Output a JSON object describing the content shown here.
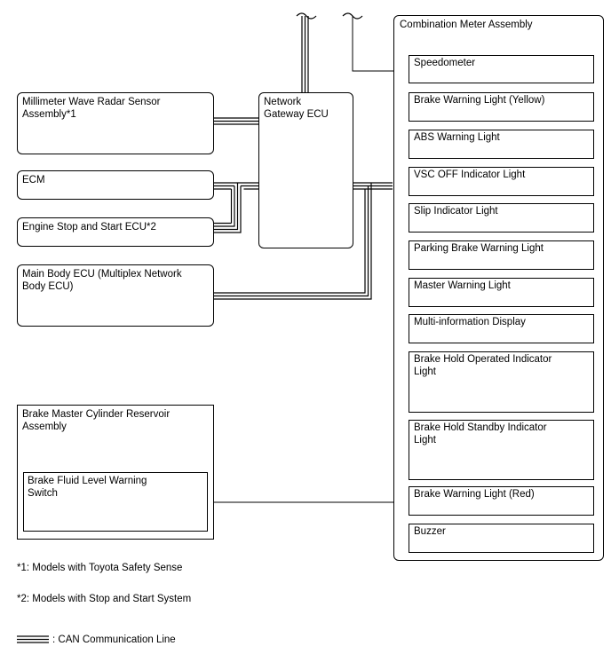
{
  "ecus": {
    "radar": "Millimeter Wave Radar Sensor\nAssembly*1",
    "ecm": "ECM",
    "engine_stop_start": "Engine Stop and Start ECU*2",
    "main_body": "Main Body ECU (Multiplex Network\nBody ECU)",
    "gateway": "Network\nGateway ECU"
  },
  "combination_meter": {
    "title": "Combination Meter Assembly",
    "items": [
      "Speedometer",
      "Brake Warning Light (Yellow)",
      "ABS Warning Light",
      "VSC OFF Indicator Light",
      "Slip Indicator Light",
      "Parking Brake Warning Light",
      "Master Warning Light",
      "Multi-information Display",
      "Brake Hold Operated Indicator\nLight",
      "Brake Hold Standby Indicator\nLight",
      "Brake Warning Light (Red)",
      "Buzzer"
    ]
  },
  "reservoir": {
    "title": "Brake Master Cylinder Reservoir\nAssembly",
    "switch": "Brake Fluid Level Warning\nSwitch"
  },
  "notes": [
    "*1: Models with Toyota Safety Sense",
    "*2: Models with Stop and Start System"
  ],
  "legend": {
    "can_line": ": CAN Communication Line"
  }
}
